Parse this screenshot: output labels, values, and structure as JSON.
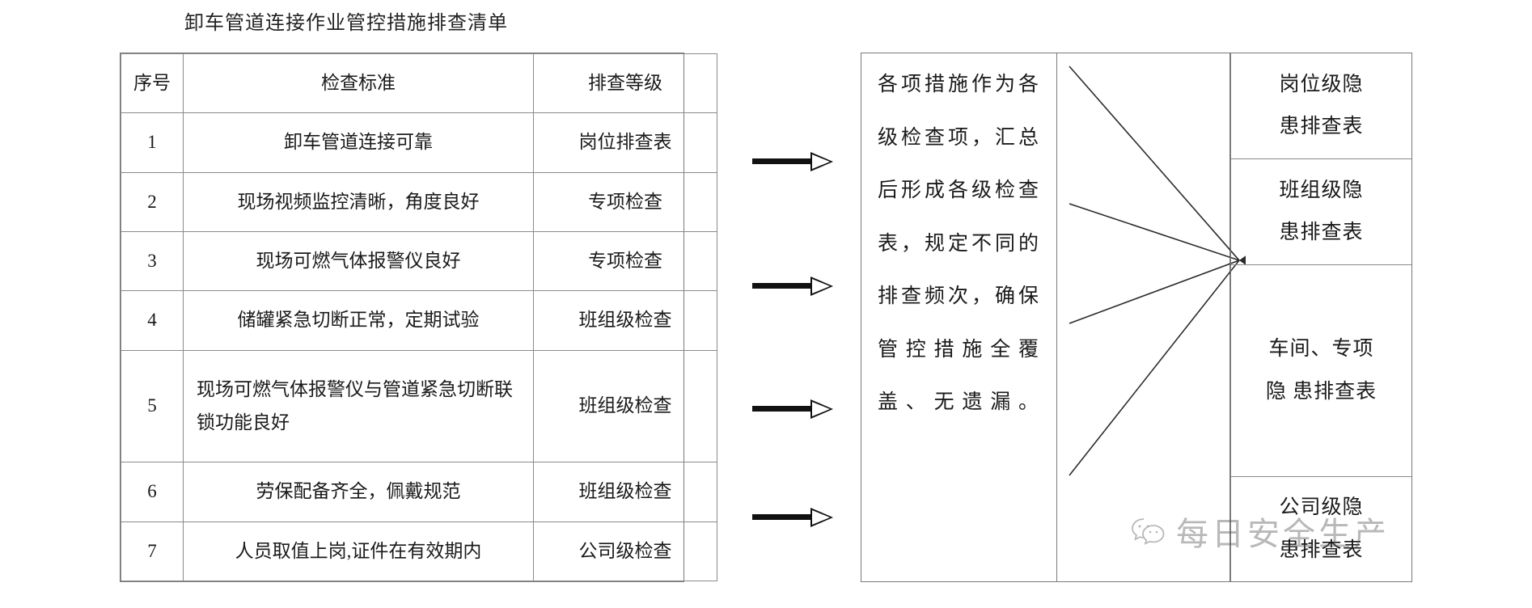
{
  "document": {
    "title": "卸车管道连接作业管控措施排查清单"
  },
  "checklist": {
    "headers": [
      "序号",
      "检查标准",
      "排查等级"
    ],
    "rows": [
      {
        "no": "1",
        "standard": "卸车管道连接可靠",
        "level": "岗位排查表"
      },
      {
        "no": "2",
        "standard": "现场视频监控清晰，角度良好",
        "level": "专项检查"
      },
      {
        "no": "3",
        "standard": "现场可燃气体报警仪良好",
        "level": "专项检查"
      },
      {
        "no": "4",
        "standard": "储罐紧急切断正常，定期试验",
        "level": "班组级检查"
      },
      {
        "no": "5",
        "standard": "现场可燃气体报警仪与管道紧急切断联锁功能良好",
        "level": "班组级检查"
      },
      {
        "no": "6",
        "standard": "劳保配备齐全，佩戴规范",
        "level": "班组级检查"
      },
      {
        "no": "7",
        "standard": "人员取值上岗,证件在有效期内",
        "level": "公司级检查"
      }
    ]
  },
  "summary": {
    "text": "各项措施作为各级检查项，汇总后形成各级检查表，规定不同的排查频次，确保管控措施全覆盖、无遗漏。"
  },
  "output_forms": [
    {
      "label": "岗位级隐\n患排查表"
    },
    {
      "label": "班组级隐\n患排查表"
    },
    {
      "label": "车间、专项\n隐  患排查表"
    },
    {
      "label": "公司级隐\n患排查表"
    }
  ],
  "watermark": {
    "text": "每日安全生产",
    "icon": "wechat-icon"
  },
  "colors": {
    "line": "#7a7a7a",
    "grid": "#8a8a8a",
    "arrow": "#111111",
    "text": "#1a1a1a",
    "watermark": "#585858"
  }
}
